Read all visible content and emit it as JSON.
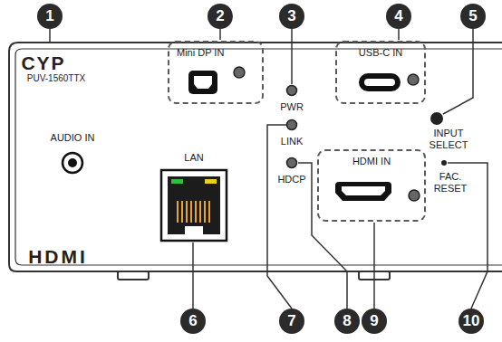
{
  "diagram": {
    "nodes": [
      {
        "text": [
          "Mini DP IN"
        ]
      },
      {
        "text": [
          "USB-C IN"
        ]
      },
      {
        "text": [
          "HDMI IN"
        ]
      }
    ],
    "labels": [
      "1",
      "2",
      "3",
      "4",
      "5",
      "CYP",
      "PUV-1560TTX",
      "AUDIO IN",
      "LAN",
      "PWR",
      "LINK",
      "HDCP",
      "INPUT SELECT",
      "FAC. RESET",
      "HDMI",
      "6",
      "7",
      "8",
      "9",
      "10"
    ]
  }
}
